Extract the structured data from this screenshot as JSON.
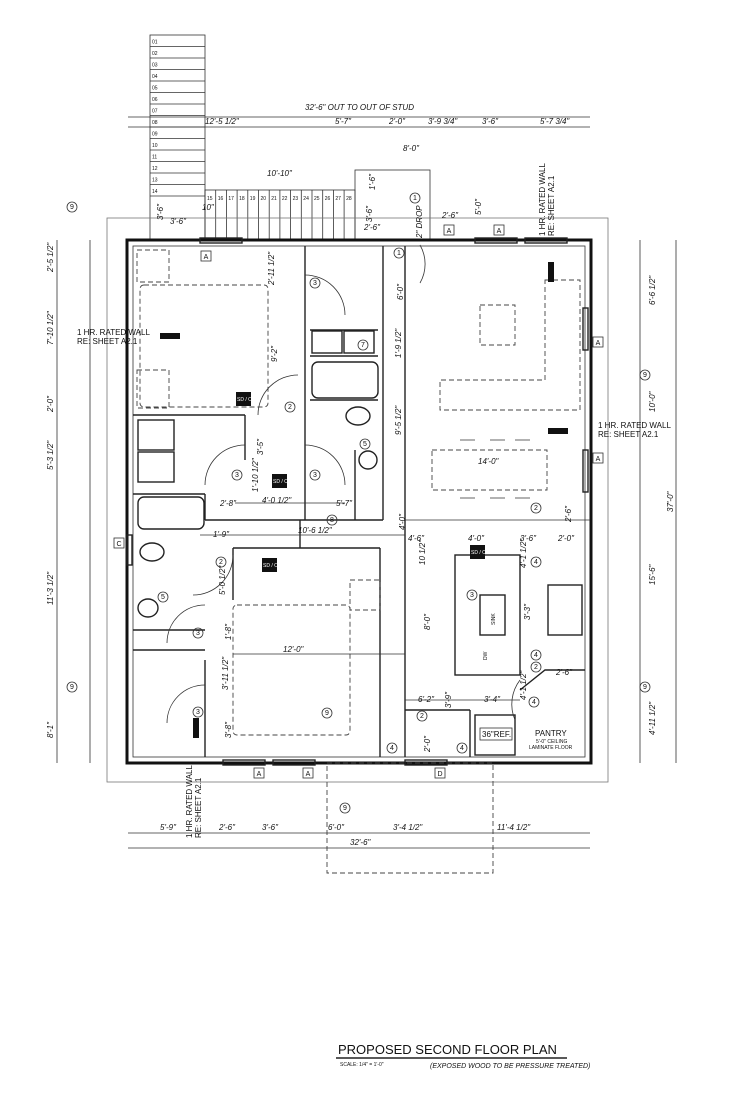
{
  "title": {
    "main": "PROPOSED SECOND FLOOR PLAN",
    "scale": "SCALE: 1/4\" = 1'-0\"",
    "note": "(EXPOSED WOOD TO BE PRESSURE TREATED)"
  },
  "stairs": {
    "treads": [
      "01",
      "02",
      "03",
      "04",
      "05",
      "06",
      "07",
      "08",
      "09",
      "10",
      "11",
      "12",
      "13",
      "14",
      "15",
      "16",
      "17",
      "18",
      "19",
      "20",
      "21",
      "22",
      "23",
      "24",
      "25",
      "26",
      "27",
      "28"
    ]
  },
  "overall": {
    "top": "32'-6\" OUT TO OUT OF STUD",
    "right": "37'-0\"",
    "bottom": "32'-6\""
  },
  "dims_top": [
    "12'-5 1/2\"",
    "5'-7\"",
    "2'-0\"",
    "3'-9 3/4\"",
    "3'-6\"",
    "5'-7 3/4\"",
    "8'-0\"",
    "10'-10\"",
    "1'-6\"",
    "3'-6\"",
    "3'-6\"",
    "10\"",
    "3'-6\"",
    "2'-6\"",
    "2\" DROP",
    "2'-6\"",
    "5'-0\""
  ],
  "dims_left": [
    "2'-5 1/2\"",
    "7'-10 1/2\"",
    "2'-0\"",
    "5'-3 1/2\"",
    "11'-3 1/2\"",
    "8'-1\""
  ],
  "dims_right": [
    "6'-6 1/2\"",
    "10'-0\"",
    "15'-6\"",
    "4'-11 1/2\""
  ],
  "dims_bottom": [
    "5'-9\"",
    "2'-6\"",
    "3'-6\"",
    "6'-0\"",
    "3'-4 1/2\"",
    "11'-4 1/2\""
  ],
  "dims_interior": [
    "2'-11 1/2\"",
    "9'-2\"",
    "3'-5\"",
    "1'-10 1/2\"",
    "4'-0 1/2\"",
    "2'-8\"",
    "5'-7\"",
    "10'-6 1/2\"",
    "1'-9\"",
    "5'-0 1/2\"",
    "1'-8\"",
    "3'-11 1/2\"",
    "3'-8\"",
    "12'-0\"",
    "6'-0\"",
    "1'-9 1/2\"",
    "9'-5 1/2\"",
    "14'-0\"",
    "4'-0\"",
    "4'-6\"",
    "4'-0\"",
    "3'-6\"",
    "2'-0\"",
    "2'-6\"",
    "10 1/2\"",
    "4'-1 1/2\"",
    "8'-0\"",
    "3'-3\"",
    "4'-1 1/2\"",
    "2'-6\"",
    "6'-2\"",
    "3'-9\"",
    "3'-4\"",
    "2'-0\""
  ],
  "rated_wall": {
    "line1": "1 HR. RATED WALL",
    "line2": "RE: SHEET A2.1"
  },
  "rooms": {
    "pantry": "PANTRY",
    "pantry_ceiling": "5'-0\" CEILING",
    "pantry_floor": "LAMINATE FLOOR",
    "ref": "36\"REF.",
    "sink": "SINK",
    "dw": "DW",
    "smoke": "SD / CMB"
  },
  "window_tags": {
    "a": "A",
    "c": "C",
    "d": "D"
  },
  "keynotes": {
    "k1": "1",
    "k2": "2",
    "k3": "3",
    "k4": "4",
    "k5": "5",
    "k7": "7",
    "k8": "8",
    "k9": "9"
  }
}
